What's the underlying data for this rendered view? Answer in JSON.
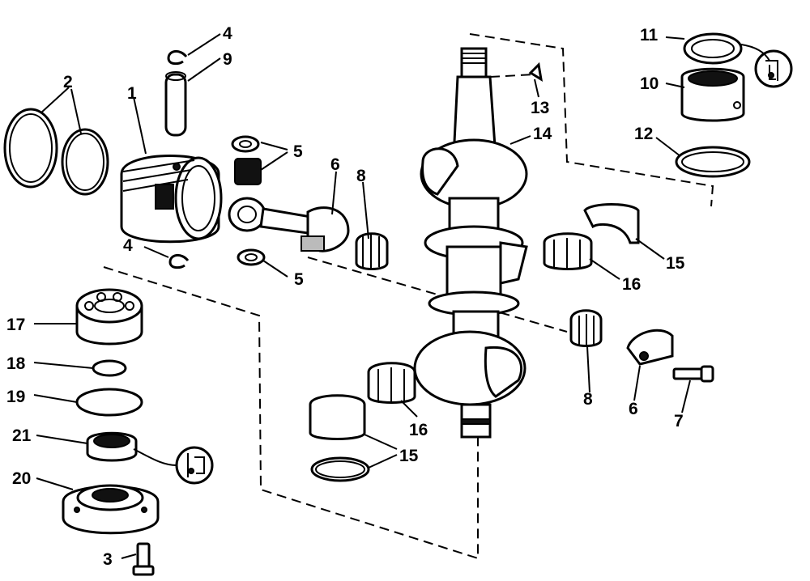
{
  "callouts": {
    "c1": "1",
    "c2": "2",
    "c3": "3",
    "c4a": "4",
    "c4b": "4",
    "c5a": "5",
    "c5b": "5",
    "c6a": "6",
    "c6b": "6",
    "c7": "7",
    "c8a": "8",
    "c8b": "8",
    "c9": "9",
    "c10": "10",
    "c11": "11",
    "c12": "12",
    "c13": "13",
    "c14": "14",
    "c15a": "15",
    "c15b": "15",
    "c16a": "16",
    "c16b": "16",
    "c17": "17",
    "c18": "18",
    "c19": "19",
    "c20": "20",
    "c21": "21"
  },
  "icons": [
    "sealant-applicator-icon",
    "sealant-applicator-icon"
  ]
}
